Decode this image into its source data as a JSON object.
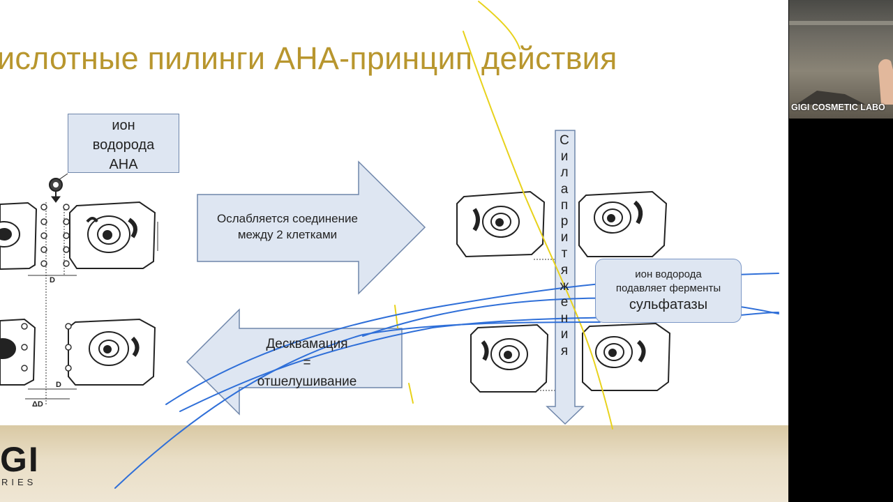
{
  "slide": {
    "title": "ислотные пилинги АНА-принцип действия",
    "ion_box": {
      "line1": "ион",
      "line2": "водорода",
      "line3": "АНА"
    },
    "arrow_right_text": {
      "line1": "Ослабляется соединение",
      "line2": "между 2 клетками"
    },
    "arrow_left_text": {
      "line1": "Десквамация",
      "line2": "=",
      "line3": "отшелушивание"
    },
    "vertical_label": [
      "С",
      "и",
      "л",
      "а",
      "п",
      "р",
      "и",
      "т",
      "я",
      "ж",
      "е",
      "н",
      "и",
      "я"
    ],
    "enzyme_box": {
      "line1": "ион водорода",
      "line2": "подавляет ферменты",
      "line3": "сульфатазы"
    },
    "distance_labels": {
      "d1": "D",
      "d2": "D",
      "d3": "ΔD"
    },
    "logo": {
      "text": "GI",
      "subtext": "RIES"
    }
  },
  "participant": {
    "name": "GIGI COSMETIC LABO"
  },
  "colors": {
    "title": "#b8962e",
    "box_fill": "#dee6f2",
    "arrow_fill": "#dee6f2",
    "annotation_yellow": "#e8d21c",
    "annotation_blue": "#2f6fd8"
  }
}
